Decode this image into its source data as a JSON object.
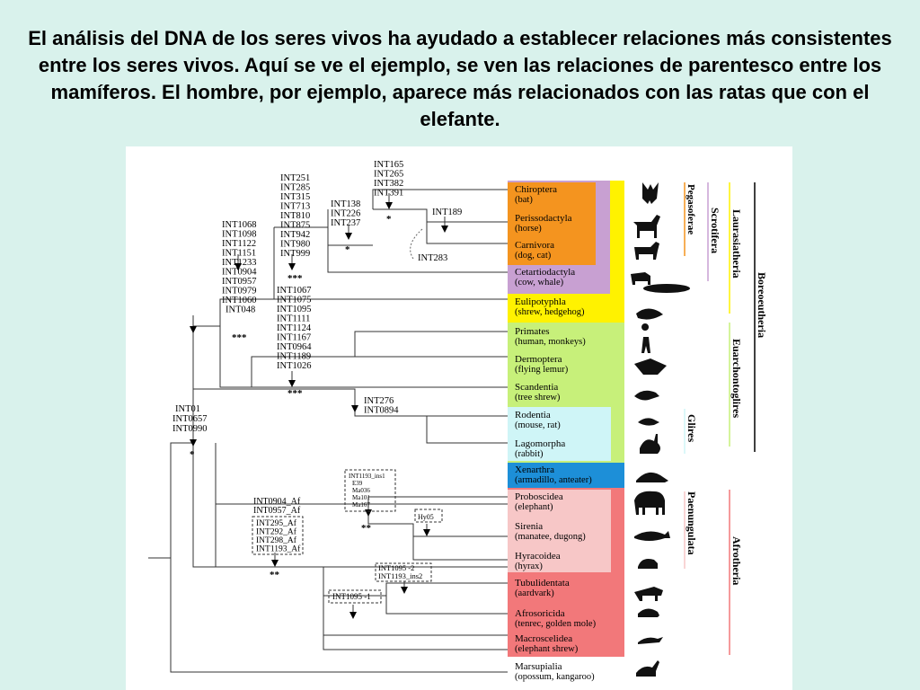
{
  "title": "El análisis del DNA de los seres vivos ha ayudado a establecer relaciones más consistentes entre los seres vivos. Aquí se ve el ejemplo,  se ven las relaciones de parentesco entre los mamíferos. El hombre, por ejemplo, aparece más relacionados con las ratas que con el elefante.",
  "taxa": [
    {
      "name": "Chiroptera",
      "common": "(bat)"
    },
    {
      "name": "Perissodactyla",
      "common": "(horse)"
    },
    {
      "name": "Carnivora",
      "common": "(dog, cat)"
    },
    {
      "name": "Cetartiodactyla",
      "common": "(cow, whale)"
    },
    {
      "name": "Eulipotyphla",
      "common": "(shrew, hedgehog)"
    },
    {
      "name": "Primates",
      "common": "(human, monkeys)"
    },
    {
      "name": "Dermoptera",
      "common": "(flying lemur)"
    },
    {
      "name": "Scandentia",
      "common": "(tree shrew)"
    },
    {
      "name": "Rodentia",
      "common": "(mouse, rat)"
    },
    {
      "name": "Lagomorpha",
      "common": "(rabbit)"
    },
    {
      "name": "Xenarthra",
      "common": "(armadillo, anteater)"
    },
    {
      "name": "Proboscidea",
      "common": "(elephant)"
    },
    {
      "name": "Sirenia",
      "common": "(manatee, dugong)"
    },
    {
      "name": "Hyracoidea",
      "common": "(hyrax)"
    },
    {
      "name": "Tubulidentata",
      "common": "(aardvark)"
    },
    {
      "name": "Afrosoricida",
      "common": "(tenrec, golden mole)"
    },
    {
      "name": "Macroscelidea",
      "common": "(elephant shrew)"
    },
    {
      "name": "Marsupialia",
      "common": "(opossum, kangaroo)"
    }
  ],
  "clades": {
    "pegasoferae": "Pegasoferae",
    "scrotifera": "Scrotifera",
    "laurasiatheria": "Laurasiatheria",
    "boreoeutheria": "Boreoeutheria",
    "euarchontoglires": "Euarchontoglires",
    "glires": "Glires",
    "paenungulata": "Paenungulata",
    "afrotheria": "Afrotheria"
  },
  "markers": {
    "int01": [
      "INT01",
      "INT0657",
      "INT0990"
    ],
    "int1068": [
      "INT1068",
      "INT1098",
      "INT1122",
      "INT1151",
      "INT1233",
      "INT0904",
      "INT0957",
      "INT0979",
      "INT1060",
      "INT048"
    ],
    "int251": [
      "INT251",
      "INT285",
      "INT315",
      "INT713",
      "INT810",
      "INT875",
      "INT942",
      "INT980",
      "INT999"
    ],
    "int1067": [
      "INT1067",
      "INT1075",
      "INT1095",
      "INT1111",
      "INT1124",
      "INT1167",
      "INT0964",
      "INT1189",
      "INT1026"
    ],
    "int138": [
      "INT138",
      "INT226",
      "INT237"
    ],
    "int165": [
      "INT165",
      "INT265",
      "INT382",
      "INT391"
    ],
    "int189": "INT189",
    "int283": "INT283",
    "int276": [
      "INT276",
      "INT0894"
    ],
    "int1193ins": [
      "INT1193_ins1",
      "E39",
      "Ma036",
      "Ma101",
      "Ma167"
    ],
    "int0904af": [
      "INT0904_Af",
      "INT0957_Af"
    ],
    "int295af": [
      "INT295_Af",
      "INT292_Af",
      "INT298_Af",
      "INT1193_Af"
    ],
    "hy05": "Hy05",
    "int1095_2": [
      "INT1095 -2",
      "INT1193_ins2"
    ],
    "int1095_1": "INT1095 -1"
  },
  "stars": {
    "s1": "*",
    "s3": "***",
    "s3b": "***",
    "s3c": "***",
    "s1b": "*",
    "s1c": "*",
    "s2": "**",
    "s2b": "**"
  },
  "colors": {
    "background": "#d9f2ec",
    "orange": "#f4941f",
    "purple": "#c8a0d2",
    "yellow": "#fff200",
    "green": "#c7f07a",
    "lightblue": "#cff5f7",
    "blue": "#1d8fd8",
    "pink": "#f7c7c7",
    "red": "#f2787a"
  }
}
